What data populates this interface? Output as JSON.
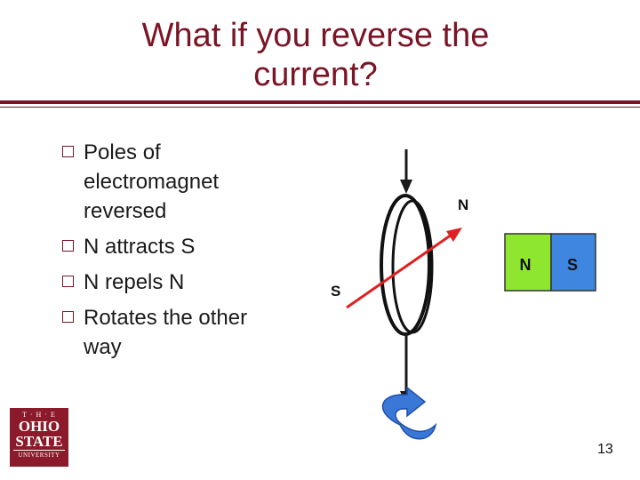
{
  "slide": {
    "title": "What if you reverse the current?",
    "bullets": [
      "Poles of electromagnet reversed",
      "N attracts S",
      "N repels N",
      "Rotates the other way"
    ],
    "page_number": "13"
  },
  "diagram": {
    "coil_pole_labels": {
      "north": "N",
      "south": "S"
    },
    "magnet_labels": {
      "north": "N",
      "south": "S"
    },
    "colors": {
      "magnet_north": "#8ee62e",
      "magnet_south": "#3f86e0",
      "pole_arrow": "#e02020",
      "rotation_arrow": "#3a78d8",
      "accent": "#7a1526"
    }
  },
  "logo": {
    "line1": "T · H · E",
    "line2": "OHIO",
    "line3": "STATE",
    "line4": "UNIVERSITY"
  }
}
